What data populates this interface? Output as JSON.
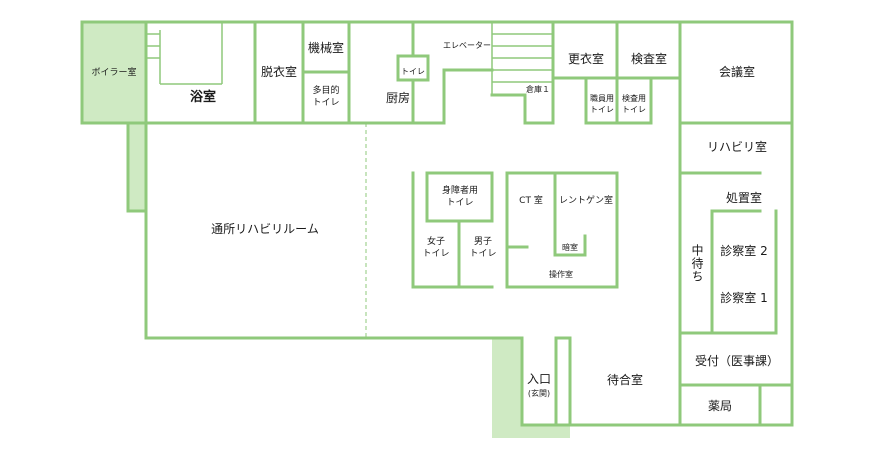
{
  "colors": {
    "wall": "#8fc97b",
    "fill": "#cfeac3"
  },
  "rooms": {
    "boiler": "ボイラー室",
    "bath": "浴室",
    "dressing": "脱衣室",
    "machine": "機械室",
    "multi_toilet": "多目的\nトイレ",
    "kitchen": "厨房",
    "toilet_small": "トイレ",
    "elevator": "エレベーター",
    "storage": "倉庫１",
    "locker": "更衣室",
    "exam": "検査室",
    "staff_toilet": "職員用\nトイレ",
    "exam_toilet": "検査用\nトイレ",
    "meeting": "会議室",
    "rehab_room": "通所リハビリルーム",
    "accessible_toilet": "身障者用\nトイレ",
    "women_toilet": "女子\nトイレ",
    "men_toilet": "男子\nトイレ",
    "ct": "CT 室",
    "xray": "レントゲン室",
    "darkroom": "暗室",
    "control": "操作室",
    "rehab": "リハビリ室",
    "treatment": "処置室",
    "waiting_mid": "中待ち",
    "consult2": "診察室 2",
    "consult1": "診察室 1",
    "reception": "受付（医事課）",
    "pharmacy": "薬局",
    "waiting": "待合室",
    "entrance": "入口",
    "entrance_sub": "(玄関)"
  }
}
